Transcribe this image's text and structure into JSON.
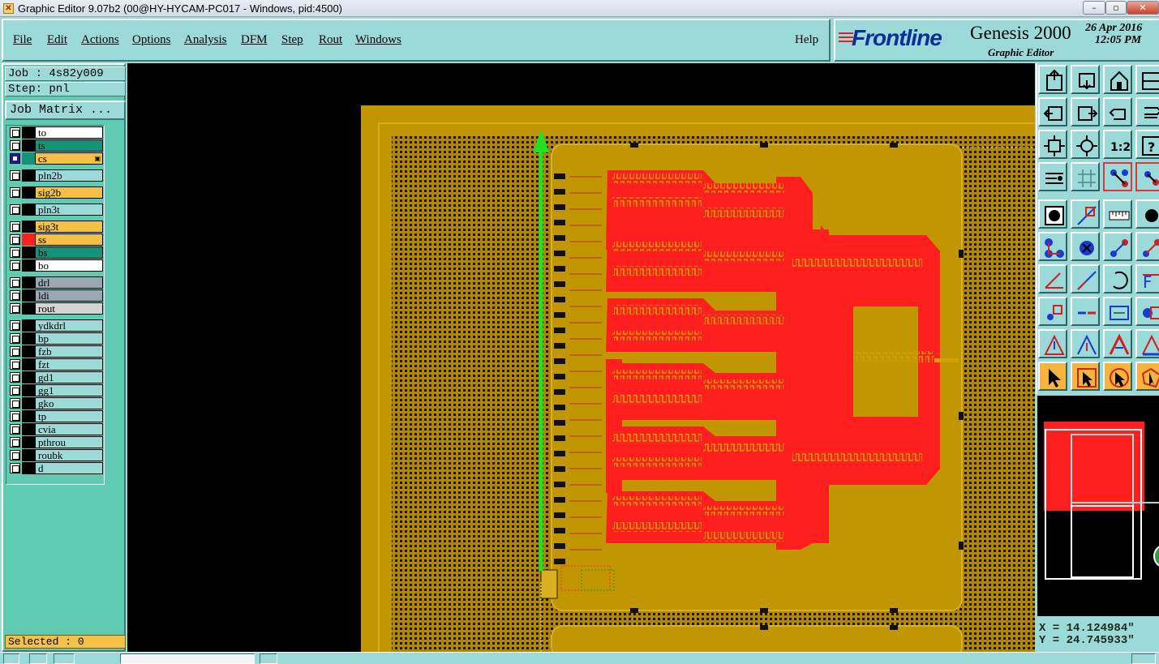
{
  "window": {
    "title": "Graphic Editor 9.07b2 (00@HY-HYCAM-PC017 - Windows, pid:4500)"
  },
  "menu": [
    "File",
    "Edit",
    "Actions",
    "Options",
    "Analysis",
    "DFM",
    "Step",
    "Rout",
    "Windows"
  ],
  "help_label": "Help",
  "logo": {
    "brand": "Frontline",
    "product": "Genesis 2000",
    "subtitle": "Graphic Editor",
    "date": "26 Apr 2016",
    "time": "12:05 PM"
  },
  "job": {
    "job_label": "Job : 4s82y009",
    "step_label": "Step: pnl",
    "matrix_button": "Job Matrix ..."
  },
  "colors": {
    "accent": "#9cd9d9",
    "panel": "#5fcbb3",
    "board": "#c29600",
    "copper": "#ff1f1f",
    "arrow": "#22e022",
    "layer_yellow": "#f5c046",
    "layer_teal": "#14937a",
    "layer_grey": "#9aa8b4"
  },
  "layers": [
    {
      "name": "to",
      "color": "#ffffff",
      "swatch": "#000000",
      "checked": false
    },
    {
      "name": "ts",
      "color": "#14937a",
      "swatch": "#000000",
      "checked": false
    },
    {
      "name": "cs",
      "color": "#f5c046",
      "swatch": "#14937a",
      "checked": true,
      "mark": "▣"
    },
    {
      "name": "pln2b",
      "color": "#9cd9d9",
      "swatch": "#000000",
      "checked": false
    },
    {
      "name": "sig2b",
      "color": "#f5c046",
      "swatch": "#000000",
      "checked": false
    },
    {
      "name": "pln3t",
      "color": "#9cd9d9",
      "swatch": "#000000",
      "checked": false
    },
    {
      "name": "sig3t",
      "color": "#f5c046",
      "swatch": "#000000",
      "checked": false
    },
    {
      "name": "ss",
      "color": "#f5c046",
      "swatch": "#ff2020",
      "checked": false
    },
    {
      "name": "bs",
      "color": "#14937a",
      "swatch": "#000000",
      "checked": false
    },
    {
      "name": "bo",
      "color": "#ffffff",
      "swatch": "#000000",
      "checked": false
    },
    {
      "name": "drl",
      "color": "#9aa8b4",
      "swatch": "#000000",
      "checked": false
    },
    {
      "name": "ldi",
      "color": "#9aa8b4",
      "swatch": "#000000",
      "checked": false
    },
    {
      "name": "rout",
      "color": "#d4d4d4",
      "swatch": "#000000",
      "checked": false
    },
    {
      "name": "ydkdrl",
      "color": "#9cd9d9",
      "swatch": "#000000",
      "checked": false
    },
    {
      "name": "bp",
      "color": "#9cd9d9",
      "swatch": "#000000",
      "checked": false
    },
    {
      "name": "fzb",
      "color": "#9cd9d9",
      "swatch": "#000000",
      "checked": false
    },
    {
      "name": "fzt",
      "color": "#9cd9d9",
      "swatch": "#000000",
      "checked": false
    },
    {
      "name": "gd1",
      "color": "#9cd9d9",
      "swatch": "#000000",
      "checked": false
    },
    {
      "name": "gg1",
      "color": "#9cd9d9",
      "swatch": "#000000",
      "checked": false
    },
    {
      "name": "gko",
      "color": "#9cd9d9",
      "swatch": "#000000",
      "checked": false
    },
    {
      "name": "tp",
      "color": "#9cd9d9",
      "swatch": "#000000",
      "checked": false
    },
    {
      "name": "cvia",
      "color": "#9cd9d9",
      "swatch": "#000000",
      "checked": false
    },
    {
      "name": "pthrou",
      "color": "#9cd9d9",
      "swatch": "#000000",
      "checked": false
    },
    {
      "name": "roubk",
      "color": "#9cd9d9",
      "swatch": "#000000",
      "checked": false
    },
    {
      "name": "d",
      "color": "#9cd9d9",
      "swatch": "#000000",
      "checked": false
    }
  ],
  "selected_label": "Selected : 0",
  "coords": {
    "x": "X =  14.124984\"",
    "y": "Y =  24.745933\""
  },
  "toolbar_icons": [
    "zoom-home-icon",
    "zoom-in-icon",
    "home-view-icon",
    "window-split-icon",
    "pan-left-icon",
    "pan-right-icon",
    "undo-view-icon",
    "redo-view-icon",
    "fit-all-icon",
    "fit-profile-icon",
    "zoom-1-2-icon",
    "help-query-icon",
    "snap-settings-icon",
    "grid-icon",
    "layer-colors-icon",
    "layer-display-icon",
    "fill-mode-icon",
    "outline-mode-icon",
    "ruler-icon",
    "pad-icon",
    "connect-icon",
    "cross-icon",
    "move-line-icon",
    "slope-line-icon",
    "angle-icon",
    "draw-line-icon",
    "arc-icon",
    "text-icon",
    "move-node-icon",
    "split-line-icon",
    "measure-icon",
    "symbol-icon",
    "triangle-icon",
    "triangle-blue-icon",
    "triangle-red-icon",
    "triangle-mixed-icon",
    "select-arrow-icon",
    "select-box-icon",
    "select-circle-icon",
    "select-poly-icon"
  ]
}
